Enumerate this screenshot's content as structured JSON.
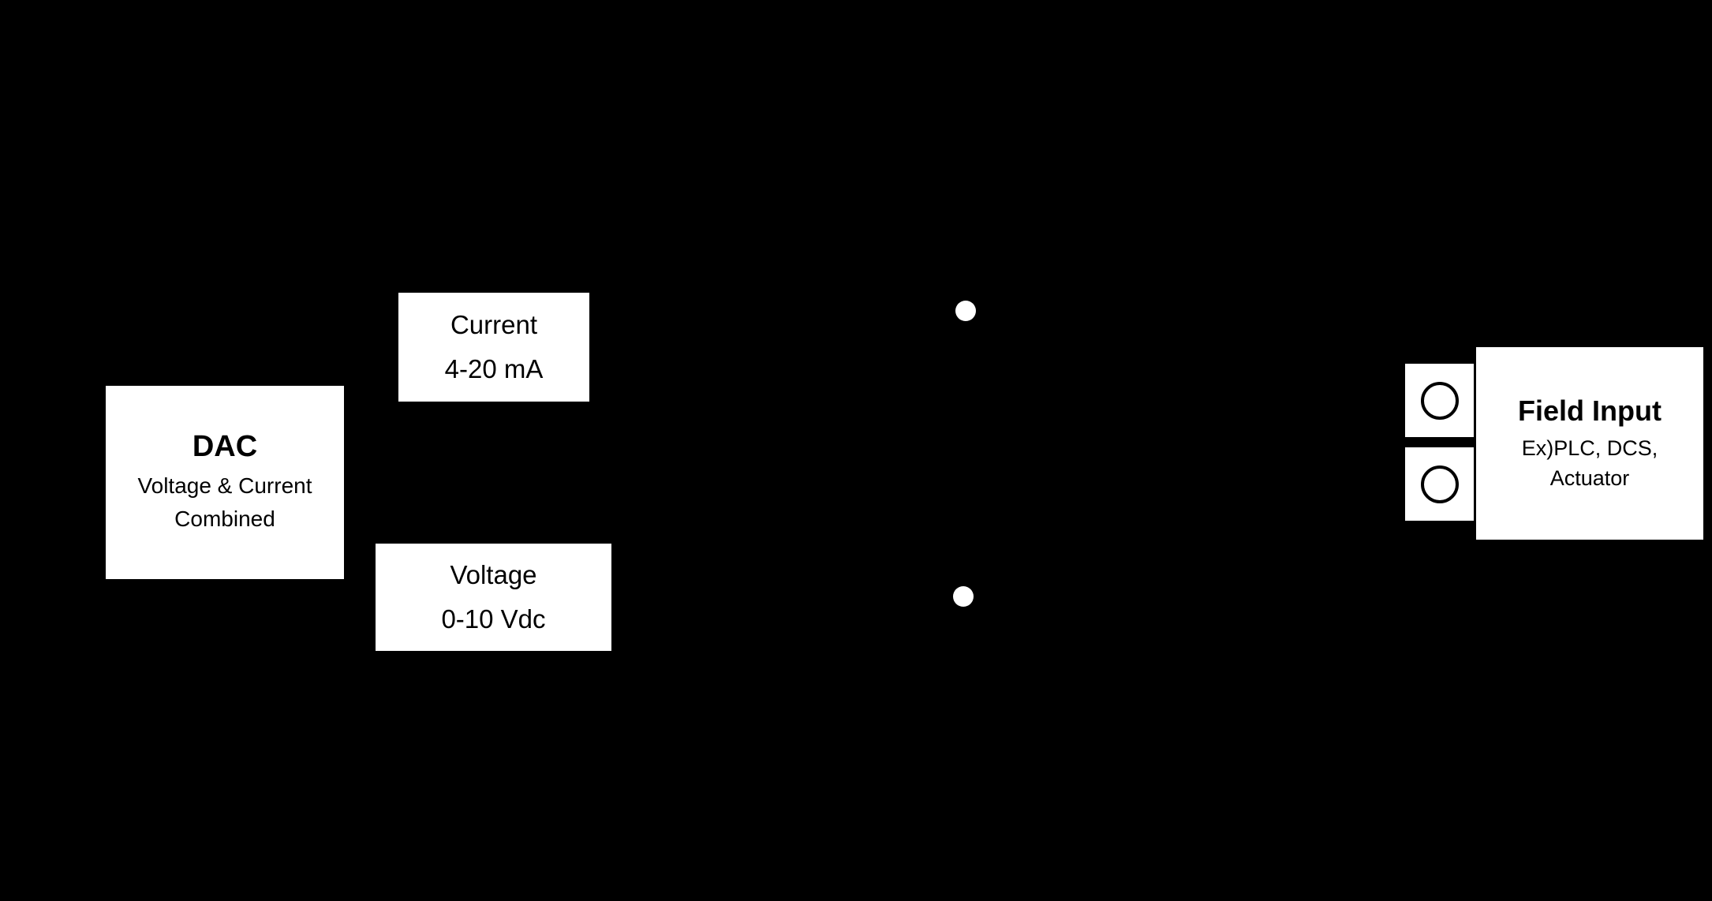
{
  "colors": {
    "background": "#000000",
    "box_fill": "#ffffff",
    "box_text": "#000000"
  },
  "dac_block": {
    "title": "DAC",
    "subtitle_line1": "Voltage & Current",
    "subtitle_line2": "Combined"
  },
  "current_label": {
    "line1": "Current",
    "line2": "4-20 mA"
  },
  "voltage_label": {
    "line1": "Voltage",
    "line2": "0-10 Vdc"
  },
  "field_input_block": {
    "title": "Field Input",
    "subtitle_line1": "Ex)PLC, DCS,",
    "subtitle_line2": "Actuator"
  }
}
